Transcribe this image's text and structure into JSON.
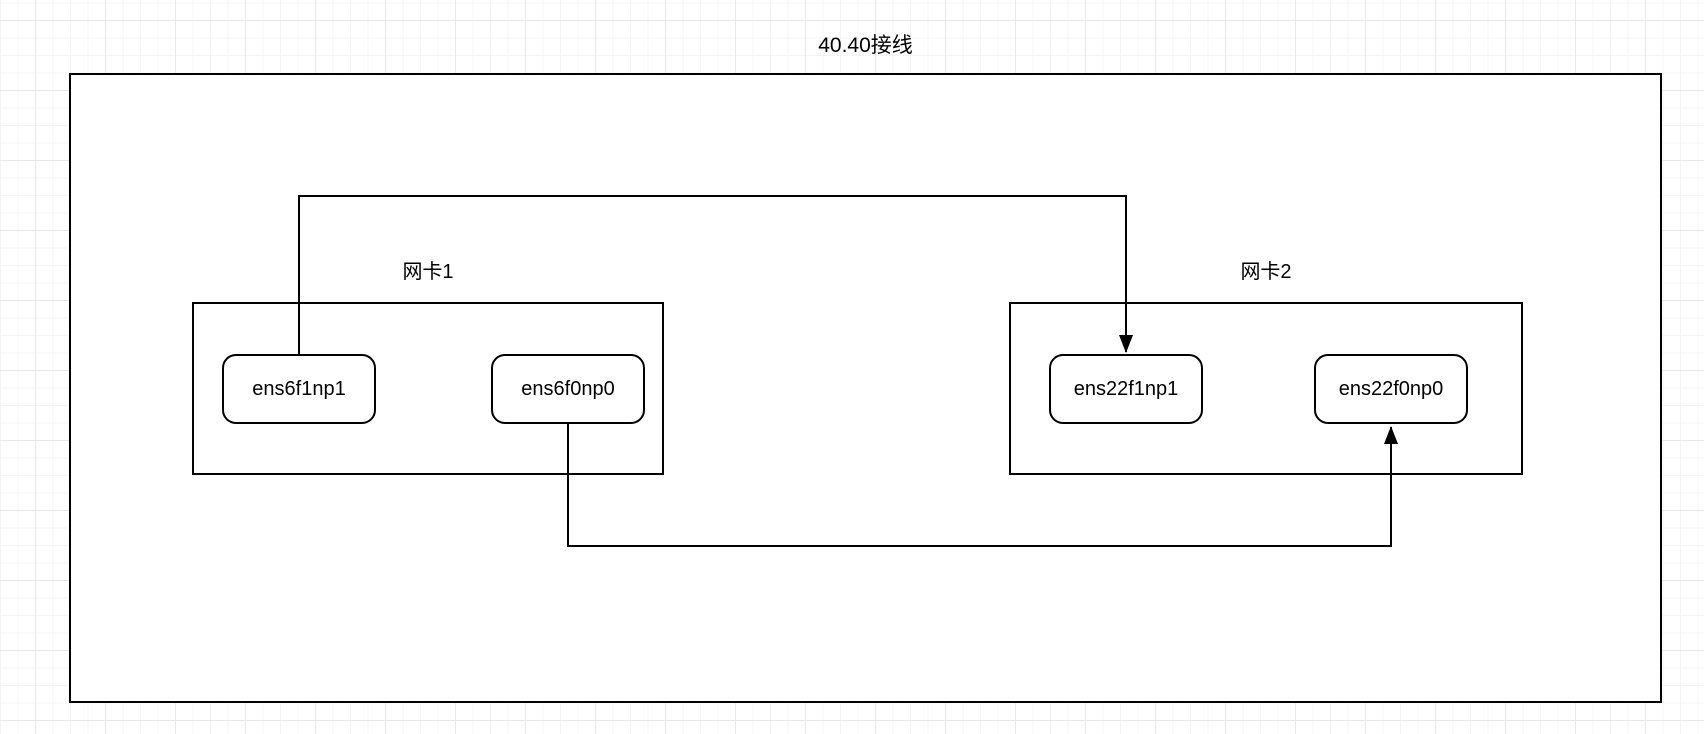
{
  "diagram": {
    "title": "40.40接线",
    "boundary": {
      "type": "rectangle"
    },
    "groups": [
      {
        "label": "网卡1",
        "nodes": [
          "ens6f1np1",
          "ens6f0np0"
        ]
      },
      {
        "label": "网卡2",
        "nodes": [
          "ens22f1np1",
          "ens22f0np0"
        ]
      }
    ],
    "edges": [
      {
        "from": "ens6f1np1",
        "to": "ens22f1np1",
        "arrow": "target",
        "style": "orthogonal"
      },
      {
        "from": "ens6f0np0",
        "to": "ens22f0np0",
        "arrow": "target",
        "style": "orthogonal"
      }
    ],
    "colors": {
      "stroke": "#000000",
      "shape_fill": "#ffffff",
      "grid_minor": "#f4f4f4",
      "grid_major": "#e8e8e8",
      "background": "#ffffff"
    }
  }
}
